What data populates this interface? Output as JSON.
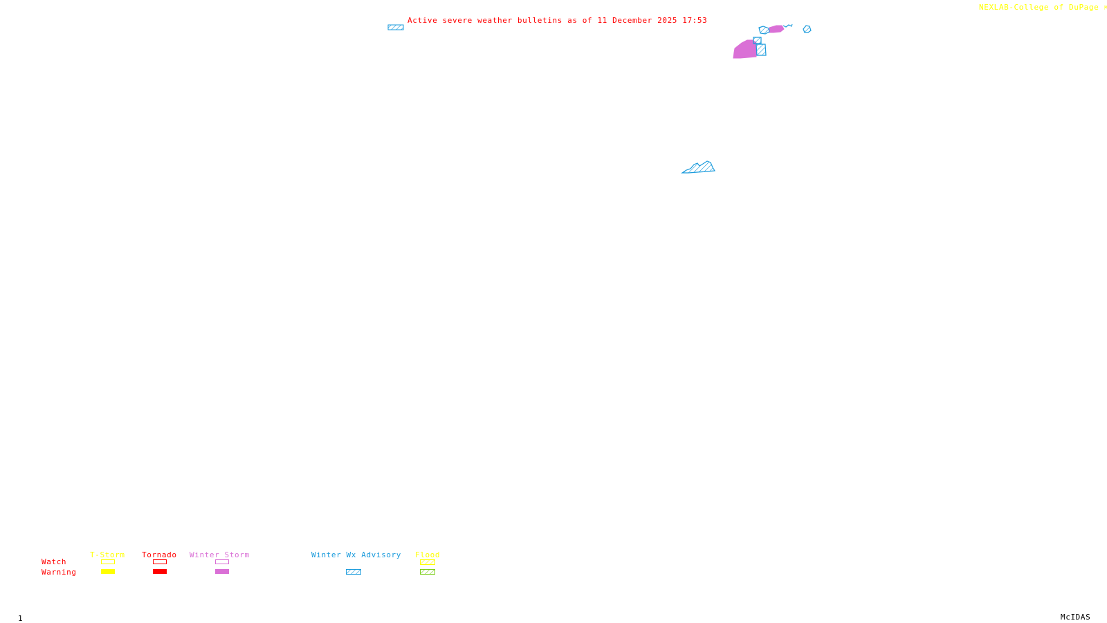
{
  "header": {
    "title": "Active severe weather bulletins as of 11 December 2025 17:53",
    "credit": "NEXLAB-College of DuPage",
    "credit_icon": "arrow-icon"
  },
  "footer": {
    "frame_number": "1",
    "software": "McIDAS"
  },
  "colors": {
    "tstorm": "#ffff00",
    "tornado": "#ff0000",
    "winter_storm": "#da70d6",
    "winter_wx_advisory": "#1a9bdc",
    "flood_watch": "#ffff00",
    "flood_warning": "#7ccd1a",
    "title": "#ff0000",
    "credit": "#ffff00"
  },
  "legend": {
    "rows": {
      "watch": "Watch",
      "warning": "Warning"
    },
    "categories": [
      {
        "key": "tstorm",
        "label": "T-Storm",
        "watch_style": "outline",
        "warning_style": "solid"
      },
      {
        "key": "tornado",
        "label": "Tornado",
        "watch_style": "outline",
        "warning_style": "solid"
      },
      {
        "key": "winter_storm",
        "label": "Winter Storm",
        "watch_style": "outline",
        "warning_style": "solid"
      },
      {
        "key": "winter_wx_advisory",
        "label": "Winter Wx Advisory",
        "watch_style": "none",
        "warning_style": "hatched"
      },
      {
        "key": "flood",
        "label": "Flood",
        "watch_style": "hatched",
        "warning_style": "hatched"
      }
    ]
  },
  "map": {
    "active_areas": [
      {
        "type": "Winter Wx Advisory",
        "region": "far west (title area)"
      },
      {
        "type": "Winter Storm Warning",
        "region": "northeast"
      },
      {
        "type": "Winter Wx Advisory",
        "region": "northeast"
      },
      {
        "type": "Winter Wx Advisory",
        "region": "mid-atlantic"
      }
    ]
  }
}
